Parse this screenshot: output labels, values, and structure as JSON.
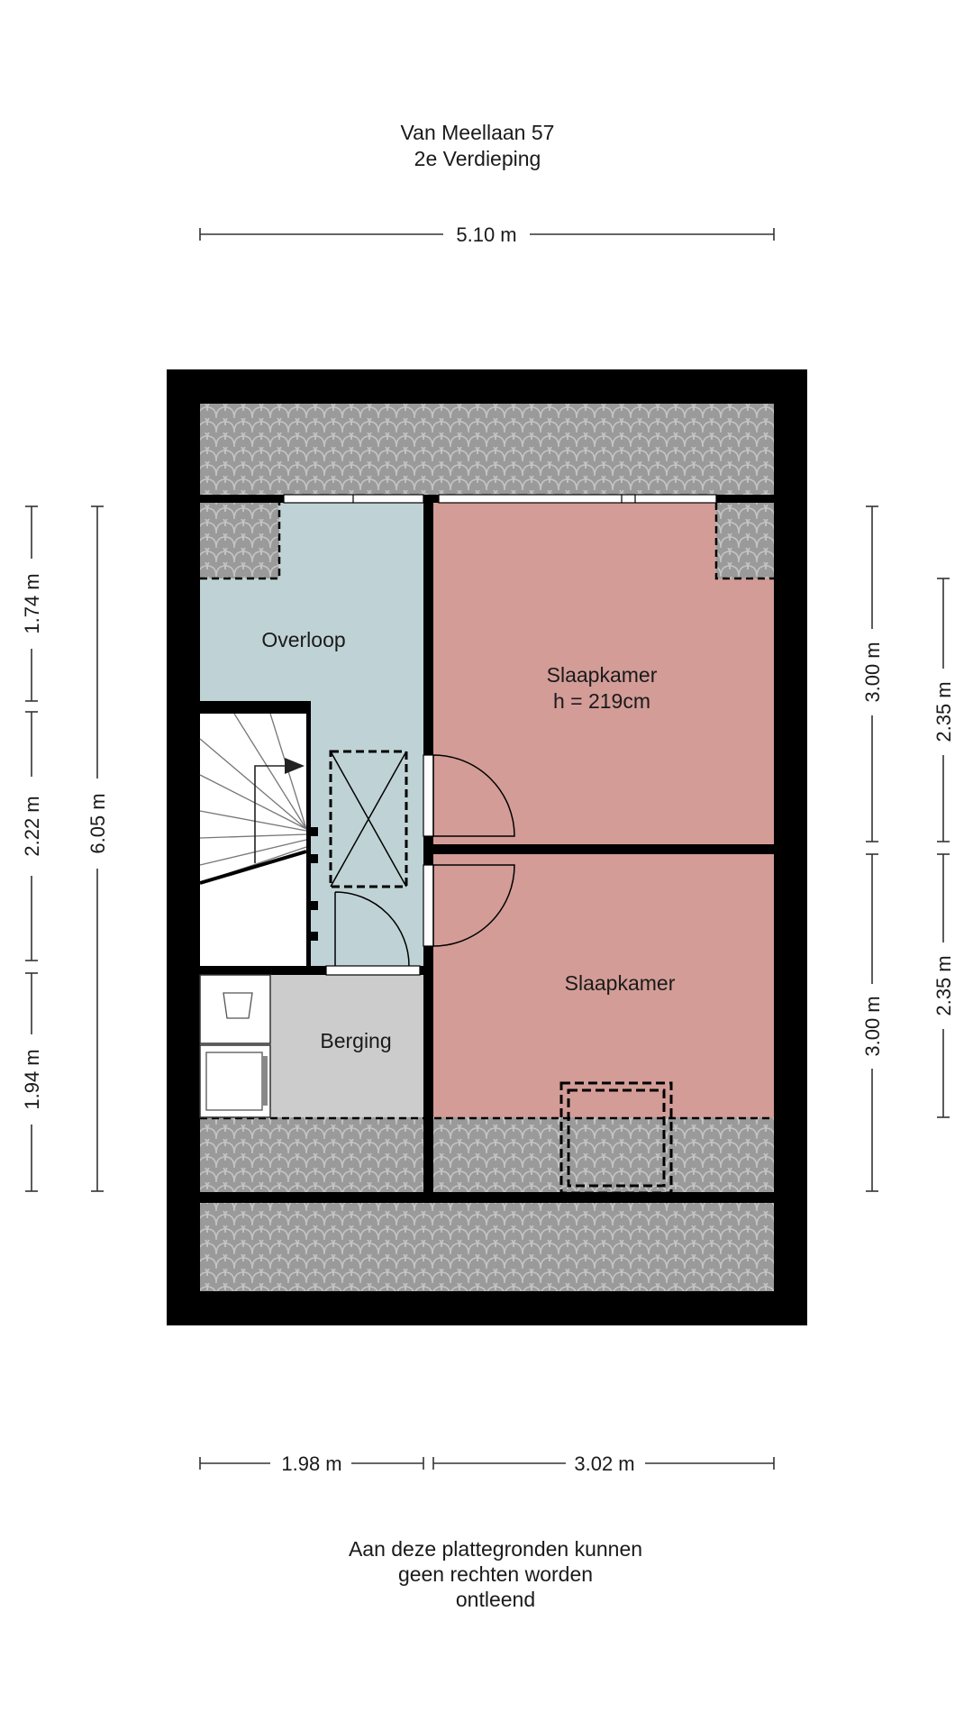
{
  "header": {
    "address": "Van Meellaan 57",
    "floor": "2e Verdieping"
  },
  "rooms": {
    "landing": "Overloop",
    "bedroom_1": "Slaapkamer",
    "bedroom_1_height": "h = 219cm",
    "bedroom_2": "Slaapkamer",
    "storage": "Berging"
  },
  "dimensions": {
    "top_width": "5.10 m",
    "bottom_left": "1.98 m",
    "bottom_right": "3.02 m",
    "left_outer_total": "6.05 m",
    "left_inner_top": "1.74 m",
    "left_inner_middle": "2.22 m",
    "left_inner_bottom": "1.94 m",
    "right_inner_top": "3.00 m",
    "right_inner_bottom": "3.00 m",
    "right_outer_top": "2.35 m",
    "right_outer_bottom": "2.35 m"
  },
  "footer": {
    "disclaimer_lines": [
      "Aan deze plattegronden kunnen",
      "geen rechten worden",
      "ontleend"
    ]
  },
  "colors": {
    "landing": "#bfd3d6",
    "bedroom": "#d39c97",
    "storage": "#cccccc",
    "roof": "#9a9a9a",
    "wall": "#000000"
  }
}
